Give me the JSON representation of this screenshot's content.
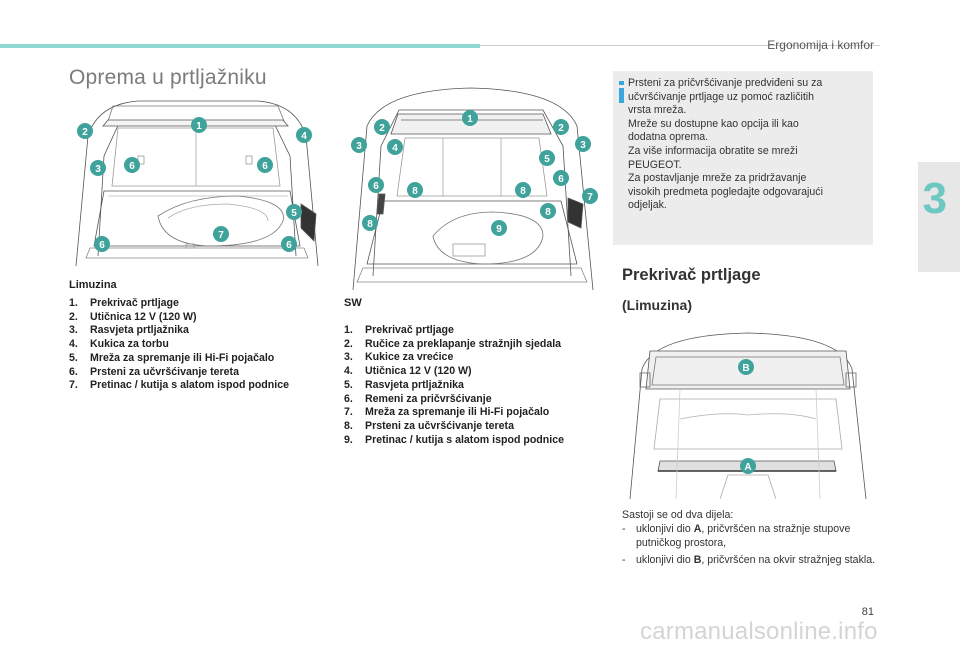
{
  "header": {
    "section_title": "Ergonomija i komfor"
  },
  "page": {
    "title": "Oprema u prtljažniku",
    "number": "81",
    "chapter": "3"
  },
  "watermark": "carmanualsonline.info",
  "limuzina": {
    "caption": "Limuzina",
    "items": [
      {
        "n": "1.",
        "text": "Prekrivač prtljage"
      },
      {
        "n": "2.",
        "text": "Utičnica 12 V (120 W)"
      },
      {
        "n": "3.",
        "text": "Rasvjeta prtljažnika"
      },
      {
        "n": "4.",
        "text": "Kukica za torbu"
      },
      {
        "n": "5.",
        "text": "Mreža za spremanje ili Hi-Fi pojačalo"
      },
      {
        "n": "6.",
        "text": "Prsteni za učvršćivanje tereta"
      },
      {
        "n": "7.",
        "text": "Pretinac / kutija s alatom ispod podnice"
      }
    ],
    "markers": [
      "1",
      "2",
      "3",
      "4",
      "5",
      "6",
      "6",
      "6",
      "6",
      "7"
    ]
  },
  "sw": {
    "caption": "SW",
    "items": [
      {
        "n": "1.",
        "text": "Prekrivač prtljage"
      },
      {
        "n": "2.",
        "text": "Ručice za preklapanje stražnjih sjedala"
      },
      {
        "n": "3.",
        "text": "Kukice za vrećice"
      },
      {
        "n": "4.",
        "text": "Utičnica 12 V (120 W)"
      },
      {
        "n": "5.",
        "text": "Rasvjeta prtljažnika"
      },
      {
        "n": "6.",
        "text": "Remeni za pričvršćivanje"
      },
      {
        "n": "7.",
        "text": "Mreža za spremanje ili Hi-Fi pojačalo"
      },
      {
        "n": "8.",
        "text": "Prsteni za učvršćivanje tereta"
      },
      {
        "n": "9.",
        "text": "Pretinac / kutija s alatom ispod podnice"
      }
    ],
    "markers": [
      "1",
      "2",
      "2",
      "3",
      "3",
      "4",
      "5",
      "6",
      "6",
      "7",
      "8",
      "8",
      "8",
      "8",
      "9"
    ]
  },
  "info": {
    "icon": "info-icon",
    "lines": [
      "Prsteni za pričvršćivanje predviđeni su za",
      "učvršćivanje prtljage uz pomoć različitih",
      "vrsta mreža.",
      "Mreže su dostupne kao opcija ili kao",
      "dodatna oprema.",
      "Za više informacija obratite se mreži",
      "PEUGEOT.",
      "Za postavljanje mreže za pridržavanje",
      "visokih predmeta pogledajte odgovarajući",
      "odjeljak."
    ]
  },
  "cover": {
    "heading": "Prekrivač prtljage",
    "subheading": "(Limuzina)",
    "markers": [
      "A",
      "B"
    ],
    "intro": "Sastoji se od dva dijela:",
    "bullets": [
      {
        "dash": "-",
        "pre": "uklonjivi dio ",
        "bold": "A",
        "post": ", pričvršćen na stražnje stupove putničkog prostora,"
      },
      {
        "dash": "-",
        "pre": "uklonjivi dio ",
        "bold": "B",
        "post": ", pričvršćen na okvir stražnjeg stakla."
      }
    ]
  },
  "colors": {
    "accent": "#6cc8c0",
    "marker": "#3fa39b",
    "info_icon": "#3aa8df",
    "box": "#ececec"
  }
}
